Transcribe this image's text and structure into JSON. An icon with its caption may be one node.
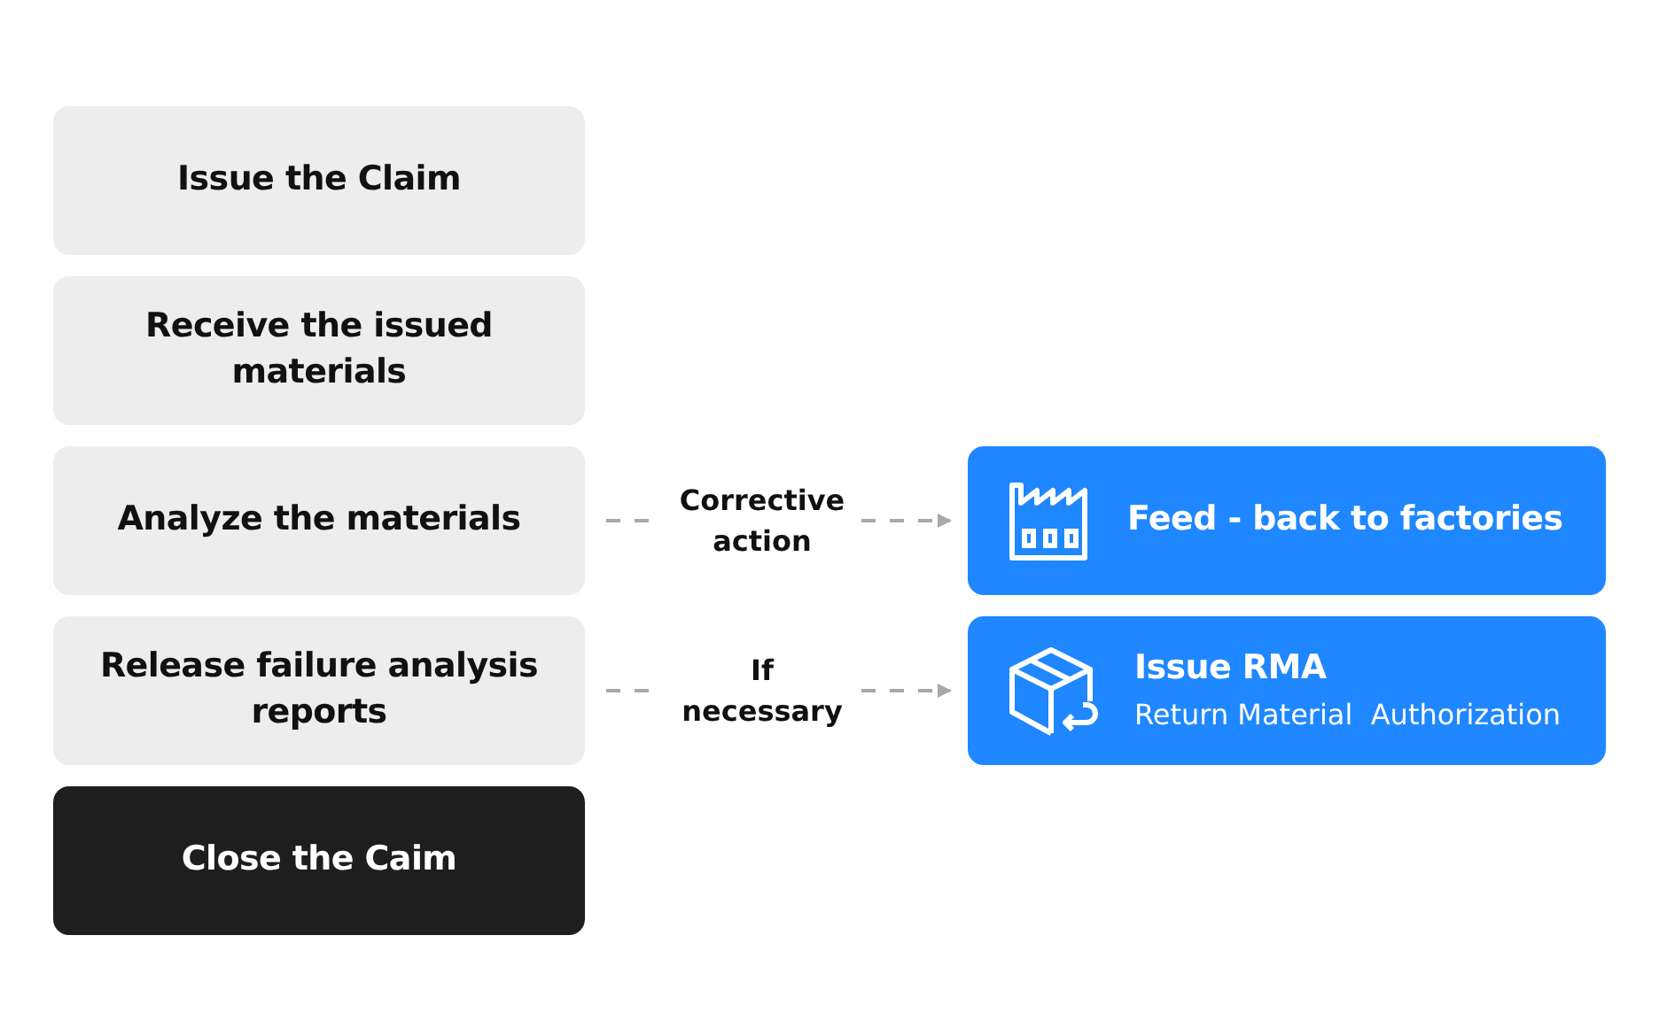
{
  "diagram": {
    "nodes": [
      {
        "text": [
          "Issue the Claim"
        ]
      },
      {
        "text": [
          "Receive the issued materials"
        ]
      },
      {
        "text": [
          "Analyze the materials"
        ]
      },
      {
        "text": [
          "Release failure analysis reports"
        ]
      },
      {
        "text": [
          "Close the Caim"
        ]
      },
      {
        "text": [
          "Feed - back to factories"
        ]
      },
      {
        "text": [
          "Issue RMA",
          "Return Material  Authorization"
        ]
      }
    ],
    "edges": [
      {
        "from": 2,
        "to": 5,
        "arrow": "to",
        "label": "Corrective action",
        "style": "dashed"
      },
      {
        "from": 3,
        "to": 6,
        "arrow": "to",
        "label": "If necessary",
        "style": "dashed"
      }
    ]
  }
}
